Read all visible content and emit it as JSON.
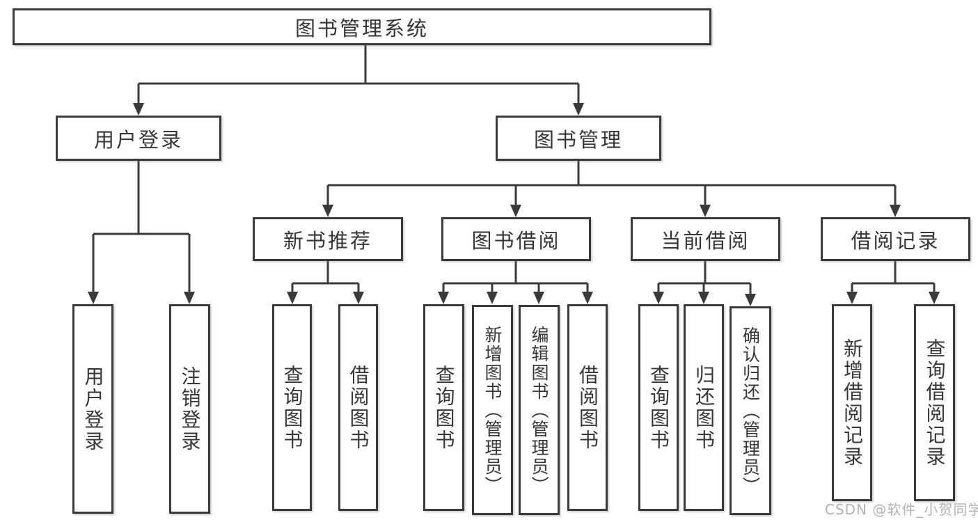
{
  "diagram_title": "图书管理系统",
  "colors": {
    "background": "#ffffff",
    "line": "#3a3a3a",
    "box_border": "#3a3a3a",
    "text": "#363636",
    "watermark": "#b3b3b3"
  },
  "tree": {
    "root": "图书管理系统",
    "branches": [
      {
        "label": "用户登录",
        "children": [
          "用户登录",
          "注销登录"
        ]
      },
      {
        "label": "图书管理",
        "groups": [
          {
            "label": "新书推荐",
            "children": [
              "查询图书",
              "借阅图书"
            ]
          },
          {
            "label": "图书借阅",
            "children": [
              "查询图书",
              "新增图书（管理员）",
              "编辑图书（管理员）",
              "借阅图书"
            ]
          },
          {
            "label": "当前借阅",
            "children": [
              "查询图书",
              "归还图书",
              "确认归还（管理员）"
            ]
          },
          {
            "label": "借阅记录",
            "children": [
              "新增借阅记录",
              "查询借阅记录"
            ]
          }
        ]
      }
    ]
  },
  "watermark": "CSDN @软件_小贺同学"
}
